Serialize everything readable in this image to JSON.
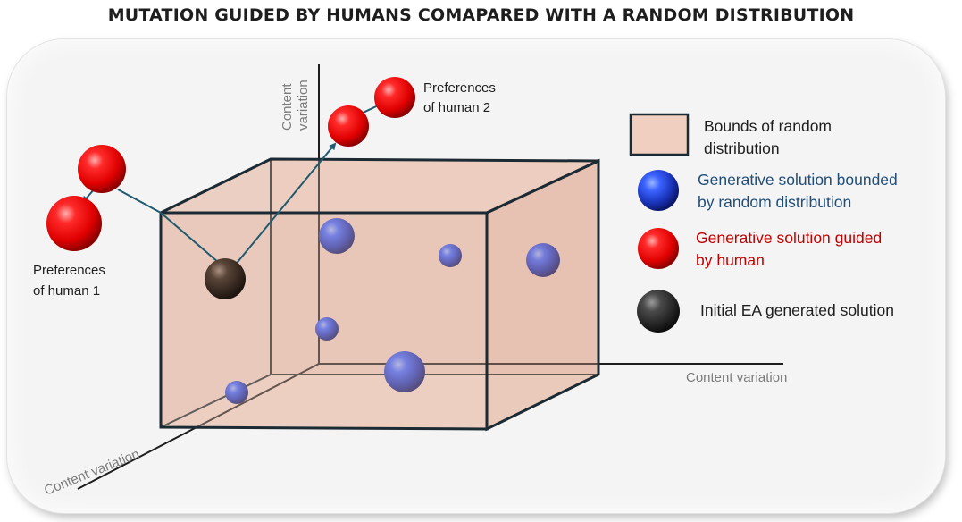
{
  "title": "MUTATION GUIDED BY HUMANS COMAPARED WITH A RANDOM DISTRIBUTION",
  "axes": {
    "vertical": [
      "Content",
      "variation"
    ],
    "horizontal": "Content variation",
    "depth": "Content variation"
  },
  "annotations": {
    "human1": [
      "Preferences",
      "of human 1"
    ],
    "human2": [
      "Preferences",
      "of human 2"
    ]
  },
  "legend": {
    "bounds": {
      "lines": [
        "Bounds of random",
        "distribution"
      ],
      "color": "#1e1e1e"
    },
    "blue": {
      "lines": [
        "Generative solution bounded",
        "by random distribution"
      ],
      "color": "#1f4e79"
    },
    "red": {
      "lines": [
        "Generative solution guided",
        "by human"
      ],
      "color": "#c00000"
    },
    "initial": {
      "lines": [
        "Initial EA generated solution"
      ],
      "color": "#1e1e1e"
    }
  },
  "colors": {
    "box_fill": "#e6b9a6",
    "box_edge": "#1c2a33",
    "arrow": "#1f5a70",
    "sphere_blue": "#1f3fd6",
    "sphere_red": "#ff1010",
    "sphere_initial": "#4a3a30"
  }
}
